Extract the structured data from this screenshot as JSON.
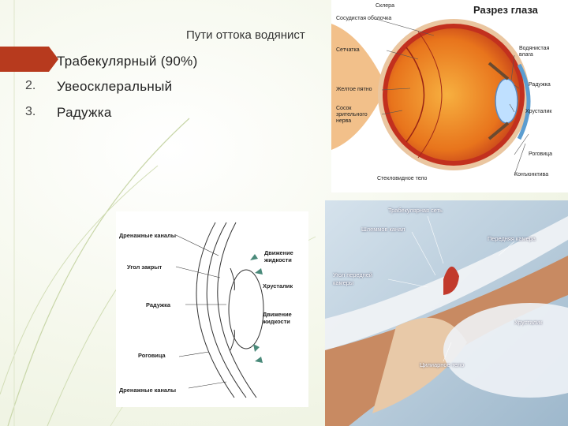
{
  "slide": {
    "title": "Пути оттока водянист",
    "items": [
      {
        "number": "",
        "text": "Трабекулярный (90%)"
      },
      {
        "number": "2.",
        "text": "Увеосклеральный"
      },
      {
        "number": "3.",
        "text": "Радужка"
      }
    ],
    "accent_color": "#b73a1e"
  },
  "eye_section": {
    "title": "Разрез глаза",
    "labels": {
      "sclera": "Склера",
      "choroid": "Сосудистая оболочка",
      "retina": "Сетчатка",
      "macula": "Желтое пятно",
      "optic_nerve": "Сосок\nзрительного\nнерва",
      "vitreous": "Стекловидное тело",
      "aqueous": "Водянистая\nвлага",
      "iris": "Радужка",
      "lens": "Хрусталик",
      "cornea": "Роговица",
      "conjunctiva": "Конъюнктива"
    }
  },
  "flow_diagram": {
    "labels": {
      "drainage_top": "Дренажные каналы",
      "angle_closed": "Угол закрыт",
      "fluid_motion_top": "Движение\nжидкости",
      "lens": "Хрусталик",
      "iris": "Радужка",
      "fluid_motion_bottom": "Движение\nжидкости",
      "cornea": "Роговица",
      "drainage_bottom": "Дренажные каналы"
    }
  },
  "chamber_figure": {
    "labels": {
      "trabecular": "Трабекулярная сеть",
      "schlemm": "Шлеммов канал",
      "anterior": "Передняя камера",
      "angle": "Угол передней\nкамеры",
      "lens": "Хрусталик",
      "ciliary": "Цилиарное тело"
    }
  }
}
